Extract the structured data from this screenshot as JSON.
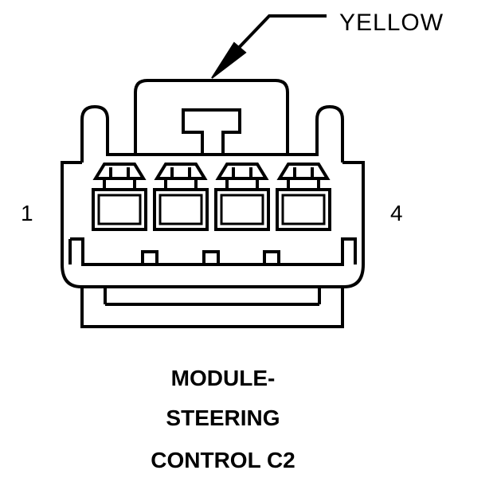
{
  "connector": {
    "wire_color_label": "YELLOW",
    "pin_first": "1",
    "pin_last": "4",
    "title_lines": [
      "MODULE-",
      "STEERING",
      "CONTROL C2"
    ],
    "pin_count": 4
  },
  "colors": {
    "line": "#000000",
    "background": "#ffffff"
  }
}
